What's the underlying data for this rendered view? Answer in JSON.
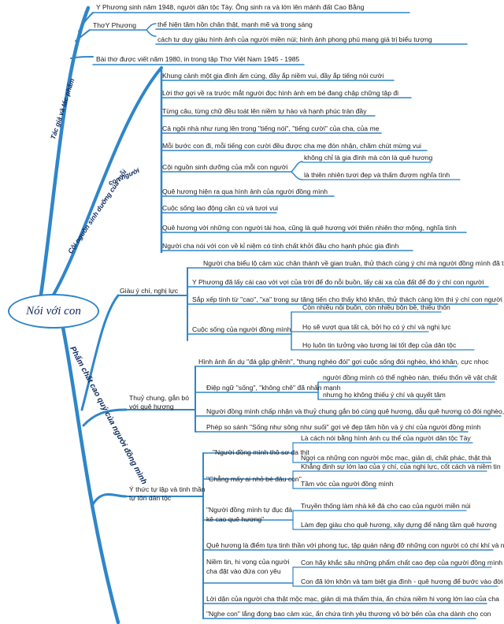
{
  "central": "Nói với con",
  "branches": {
    "b1": "Tác giả và tác phẩm",
    "b2a": "Cội nguồn sinh dưỡng của mỗi",
    "b2b": "con người",
    "b3": "Phẩm chất cao quý của người đồng mình"
  },
  "nodes": {
    "n1": "Y Phương  sinh năm 1948, người dân tộc Tày. Ông sinh ra và lớn lên mảnh đất Cao Bằng",
    "n2": "ThơY Phương",
    "n2a": "thể hiện tâm hồn chân thật, mạnh mẽ và trong sáng",
    "n2b": "cách tư duy giàu hình ảnh của người miền núi; hình ảnh phong phú mang giá trị biểu tượng",
    "n3": "Bài thơ được viết năm 1980, in trong tập Thơ Việt Nam 1945 - 1985",
    "c1": "Khung cảnh một gia đình ấm cúng, đầy ắp niềm vui, đầy ắp tiếng nói cười",
    "c2": "Lời thơ gợi về ra trước mắt người đọc hình ảnh em bé đang chập chững tập đi",
    "c3": "Từng câu, từng chữ đều toát lên niềm tự hào và hạnh phúc tràn đầy",
    "c4": "Cả ngôi nhà như rung lên trong \"tiếng nói\", \"tiếng cười\" của cha, của mẹ",
    "c5": "Mỗi bước con đi, mỗi tiếng con cười đều được cha mẹ đón nhận, chăm chút mừng vui",
    "c6": "Cội nguồn sinh dưỡng của mỗi con người",
    "c6a": "không chỉ là gia đình mà còn là quê hương",
    "c6b": "là thiên nhiên tươi đẹp và thấm đượm nghĩa tình",
    "c7": "Quê hương hiện ra qua hình ảnh của người đồng mình",
    "c8": "Cuộc sống lao động cần cù và tươi vui",
    "c9": "Quê hương với những con người tài hoa, cũng là quê hương với thiên nhiên thơ mộng, nghĩa tình",
    "c10": "Người cha nói với con về kỉ niệm có tính chất khởi đầu cho hạnh phúc gia đình",
    "g": "Giàu ý chí, nghị lực",
    "g1": "Người cha biểu lộ cảm xúc chân thành về gian truân, thử thách cùng ý chí mà người đồng mình đã trải qua",
    "g2": "Y Phương đã lấy cái cao với vợi của trời để đo nỗi buồn, lấy cái xa của đất để đo ý chí con người",
    "g3": "Sắp xếp tính từ \"cao\", \"xa\" trong sự tăng tiến cho thấy khó khăn, thử thách càng lớn thì ý chí con người càng mạnh mẽ",
    "g4": "Cuộc sống của người đồng mình",
    "g4a": "Còn nhiều nỗi buồn, còn nhiều bộn bề, thiếu thốn",
    "g4b": "Họ sẽ vượt qua tất cả, bởi họ có ý chí và nghị lực",
    "g4c": "Họ luôn tin tưởng vào tương lai tốt đẹp của dân tộc",
    "t_a": "Thuỷ chung, gắn bó",
    "t_b": "với quê hương",
    "t1": "Hình ảnh ẩn dụ \"đá gập ghềnh\", \"thung nghèo đói\" gợi cuộc sống đói nghèo, khó khăn, cực nhọc",
    "t2": "Điệp ngữ \"sống\", \"không chê\" đã nhấn mạnh",
    "t2a": "người đồng mình có thể nghèo nàn, thiếu thốn về vật chất",
    "t2b": "nhưng họ không thiếu ý chí và quyết tâm",
    "t3": "Người đồng mình chấp nhận và thuỷ chung gắn bó cùng quê hương, dẫu quê hương có đói nghèo, vất vả",
    "t4": "Phép so sánh \"Sống như sông như suối\" gợi vẻ đẹp tâm hồn và ý chí của người đồng mình",
    "y_a": "Ý thức tự lập và tinh thần",
    "y_b": "tự tôn dân tộc",
    "y1": "\"Người đồng mình thô sơ da thịt",
    "y1a": "Là cách nói bằng hình ảnh cụ thể của  người  dân tộc Tày",
    "y1b": "Ngợi ca những con người mộc mạc, giản dị, chất phác, thật thà",
    "y2": "\"Chẳng mấy ai nhỏ bé đâu con\"",
    "y2a": "Khẳng định sự lớn lao của ý chí, của nghị lực, cốt cách và niềm tin",
    "y2b": "Tầm vóc của người đồng mình",
    "y3a": "\"Người đồng mình tự đục đá",
    "y3b": "kê cao quê hương\"",
    "y3c": "Truyền thống làm nhà kê đá cho cao của người miền núi",
    "y3d": "Làm đẹp giàu cho quê hương, xây dựng để nâng tầm quê hương",
    "y4": "Quê hương là điểm tựa tinh thần với phong tục, tập quán nâng đỡ những con người có chí khí và niềm tin",
    "y5a": "Niềm tin, hi vọng của người",
    "y5b": "cha đặt vào đứa con yêu",
    "y5c": "Con hãy khắc sâu những phẩm chất cao đẹp của người đồng mình",
    "y5d": "Con đã lớn khôn và tạm biệt gia đình - quê hương để bước vào đời mới",
    "y6": "Lời dặn của người cha thật mộc mạc, giản dị mà thấm thía, ẩn chứa niềm hi vọng lớn lao của cha",
    "y7": "\"Nghe con\" lắng đọng bao cảm xúc, ẩn chứa tình yêu thương vô bờ bến của cha dành cho con"
  },
  "colors": {
    "line": "#2f86c9",
    "text": "#1a1a1a",
    "heading": "#0d2a5c"
  }
}
